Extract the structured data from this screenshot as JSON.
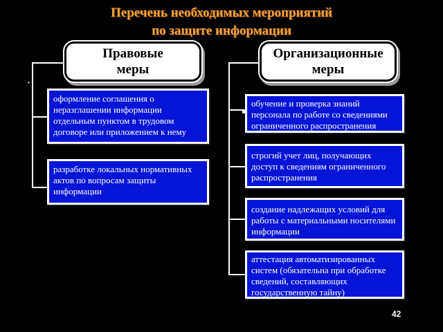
{
  "title": {
    "line1": "Перечень необходимых мероприятий",
    "line2": "по защите информации"
  },
  "legal": {
    "header_line1": "Правовые",
    "header_line2": "меры",
    "items": [
      {
        "text": "оформление соглашения о неразглашении информации отдельным пунктом в трудовом договоре или приложением к нему"
      },
      {
        "text": "разработке локальных нормативных актов по вопросам защиты информации"
      }
    ]
  },
  "organizational": {
    "header_line1": "Организационные",
    "header_line2": "меры",
    "items": [
      {
        "text": "обучение и проверка знаний персонала по работе со сведениями ограниченного распространения"
      },
      {
        "text": "строгий учет лиц, получающих доступ к сведениям ограниченного распространения"
      },
      {
        "text": "создание надлежащих условий для работы с материальными носителями информации"
      },
      {
        "text": "аттестация автоматизированных систем (обязательна при обработке сведений, составляющих государственную тайну)"
      }
    ]
  },
  "page_number": "42"
}
